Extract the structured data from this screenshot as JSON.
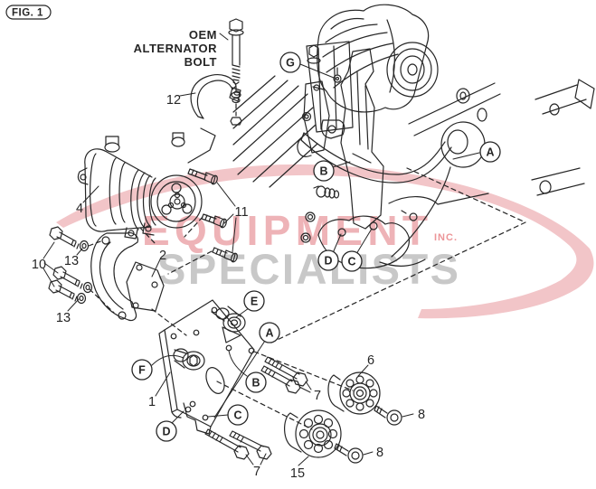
{
  "figure_label": "FIG. 1",
  "oem_note": {
    "line1": "OEM",
    "line2": "ALTERNATOR",
    "line3": "BOLT"
  },
  "watermark": {
    "word1": "EQUIPMENT",
    "suffix": "INC.",
    "word2": "SPECIALISTS"
  },
  "colors": {
    "line": "#262626",
    "background": "#ffffff",
    "swoosh": "#f2c5c8",
    "watermark_word1": "#eeb3b7",
    "watermark_word2": "#c8c8c8",
    "watermark_suffix": "#ec9598"
  },
  "numeric_callouts": [
    {
      "label": "12"
    },
    {
      "label": "4"
    },
    {
      "label": "11"
    },
    {
      "label": "2"
    },
    {
      "label": "10"
    },
    {
      "label": "13"
    },
    {
      "label": "13"
    },
    {
      "label": "1"
    },
    {
      "label": "7"
    },
    {
      "label": "7"
    },
    {
      "label": "6"
    },
    {
      "label": "8"
    },
    {
      "label": "8"
    },
    {
      "label": "15"
    }
  ],
  "letter_callouts": [
    {
      "label": "G"
    },
    {
      "label": "A"
    },
    {
      "label": "B"
    },
    {
      "label": "D"
    },
    {
      "label": "C"
    },
    {
      "label": "E"
    },
    {
      "label": "A"
    },
    {
      "label": "B"
    },
    {
      "label": "F"
    },
    {
      "label": "C"
    },
    {
      "label": "D"
    }
  ]
}
